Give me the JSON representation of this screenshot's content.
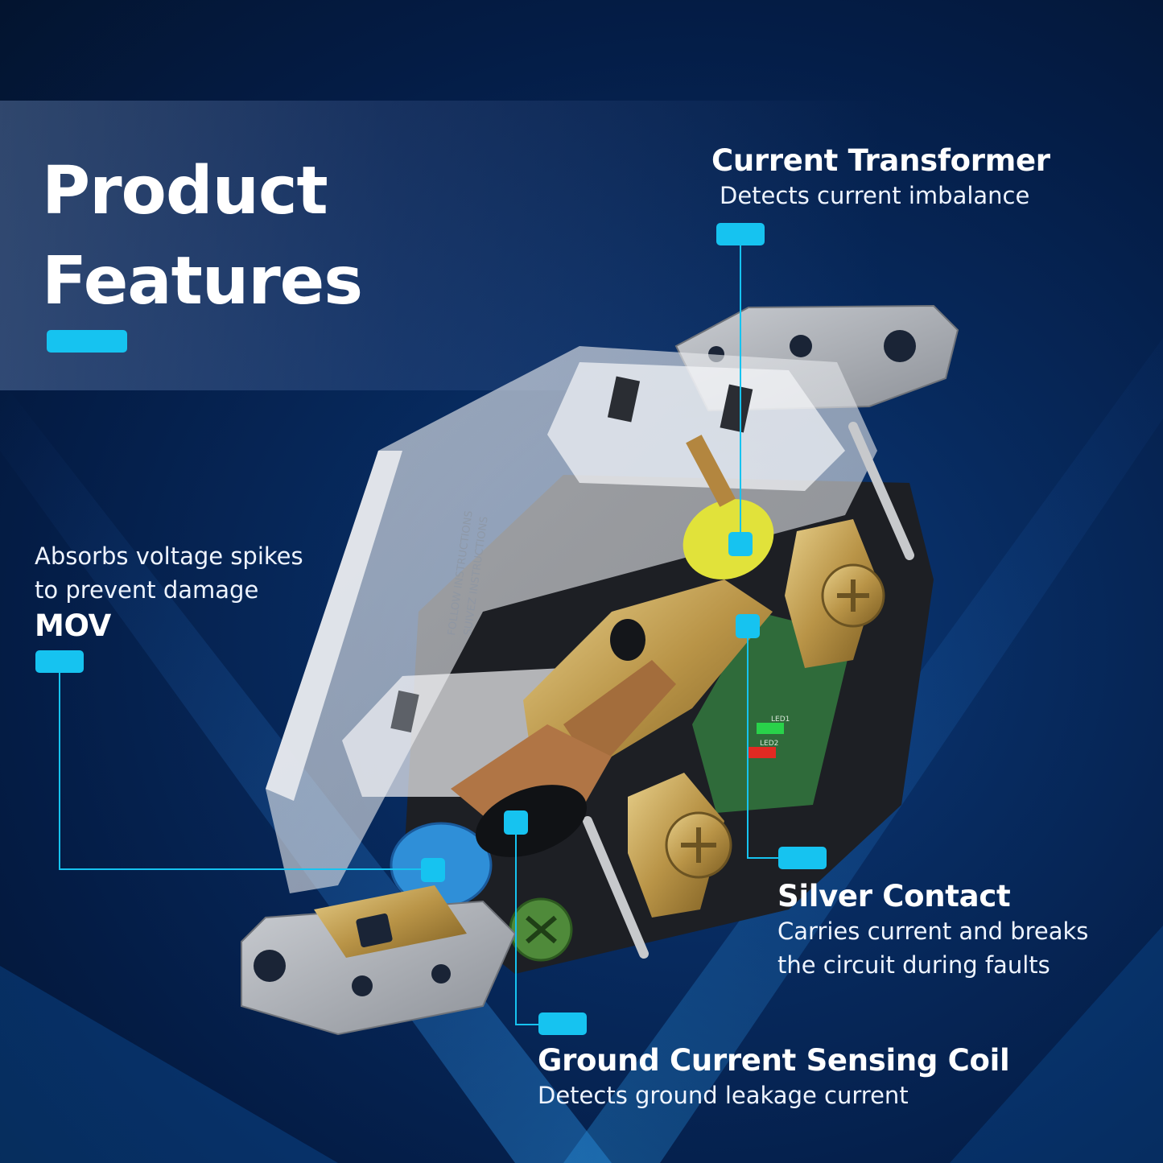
{
  "colors": {
    "accent": "#16c3f0",
    "background": "#041c45",
    "text": "#ffffff"
  },
  "title": {
    "line1": "Product",
    "line2": "Features"
  },
  "features": {
    "current_transformer": {
      "name": "Current Transformer",
      "description": "Detects current imbalance"
    },
    "mov": {
      "name": "MOV",
      "description_line1": "Absorbs voltage spikes",
      "description_line2": "to prevent damage"
    },
    "silver_contact": {
      "name": "Silver Contact",
      "description_line1": "Carries current and breaks",
      "description_line2": "the circuit during faults"
    },
    "ground_coil": {
      "name": "Ground Current Sensing Coil",
      "description": "Detects ground leakage current"
    }
  },
  "product": {
    "housing_text_1": "FOLLOW INSTRUCTIONS",
    "housing_text_2": "SUIVEZ INSTRUCTIONS",
    "led_1_label": "LED1",
    "led_2_label": "LED2"
  }
}
